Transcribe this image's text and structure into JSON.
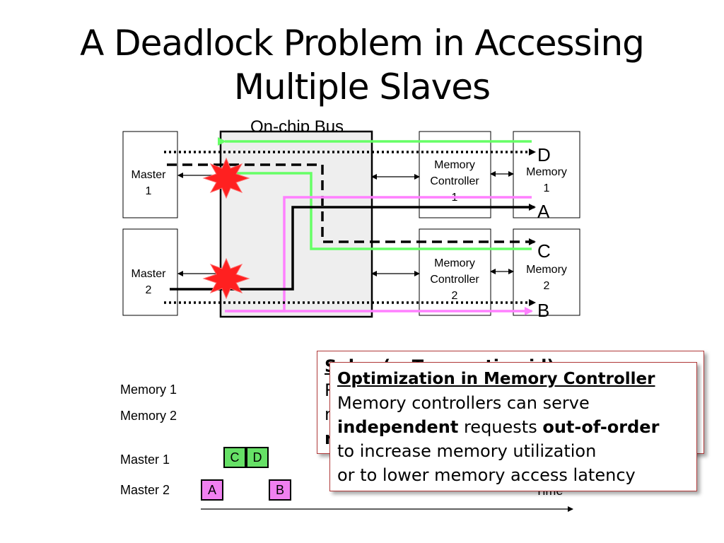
{
  "slide": {
    "title_line1": "A Deadlock Problem in Accessing",
    "title_line2": "Multiple Slaves"
  },
  "diagram": {
    "bus_label": "On-chip Bus",
    "master1": [
      "Master",
      "1"
    ],
    "master2": [
      "Master",
      "2"
    ],
    "mc1": [
      "Memory",
      "Controller",
      "1"
    ],
    "mc2": [
      "Memory",
      "Controller",
      "2"
    ],
    "mem1": [
      "Memory",
      "1"
    ],
    "mem2": [
      "Memory",
      "2"
    ],
    "letters": {
      "d": "D",
      "a": "A",
      "c": "C",
      "b": "B"
    },
    "colors": {
      "green_path": "#66ff66",
      "pink_path": "#ff80ff",
      "burst": "#ff2020",
      "bus_fill": "#eeeeee"
    }
  },
  "timeline": {
    "labels": [
      "Memory 1",
      "Memory 2",
      "Master 1",
      "Master 2"
    ],
    "master1_boxes": [
      "C",
      "D"
    ],
    "master2_boxes": [
      "A",
      "B"
    ],
    "time_label": "Time"
  },
  "popup_back": {
    "line1": "Solve (w Transaction id)",
    "line2": "R",
    "line3": "n",
    "line4": "r"
  },
  "popup_front": {
    "heading": "Optimization in Memory Controller",
    "line1": "Memory controllers can serve",
    "line2_bold1": "independent",
    "line2_mid": " requests ",
    "line2_bold2": "out-of-order",
    "line3": "to increase memory utilization",
    "line4": "or to lower memory access latency"
  }
}
